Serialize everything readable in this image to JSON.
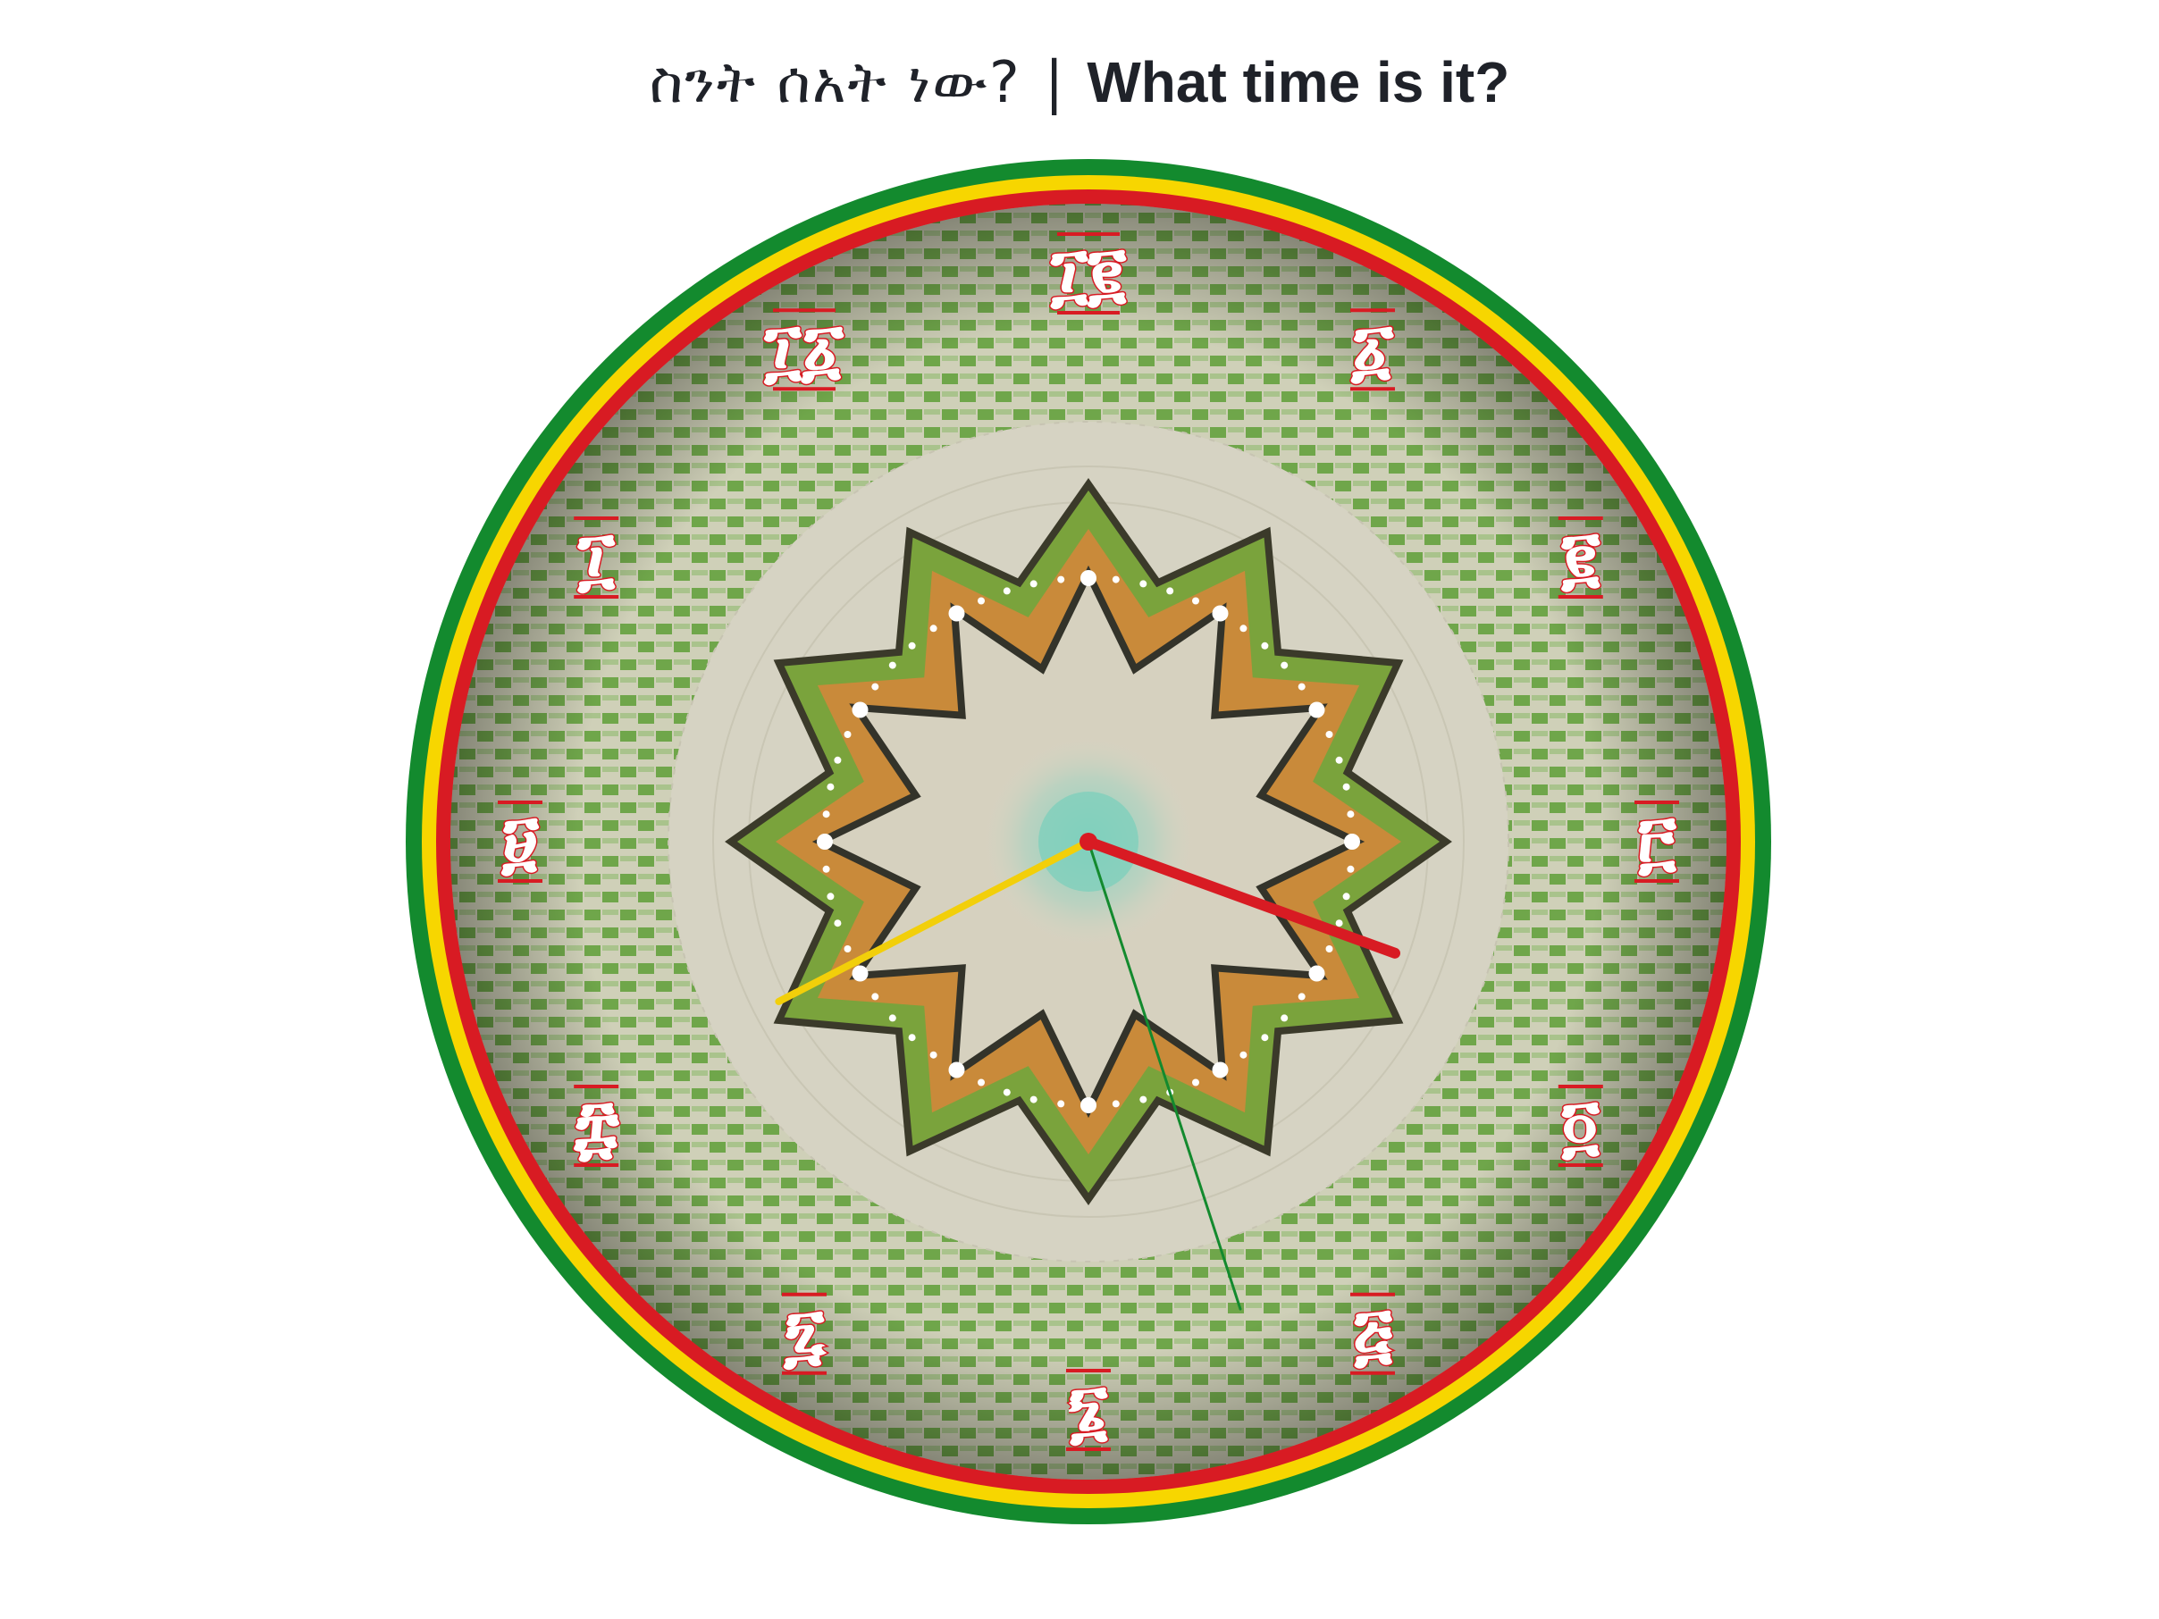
{
  "title": {
    "amharic": "ስንት ሰአት ነው?",
    "separator": "|",
    "english": "What time is it?"
  },
  "clock": {
    "numerals": [
      "፲፪",
      "፩",
      "፪",
      "፫",
      "፬",
      "፭",
      "፮",
      "፯",
      "፰",
      "፱",
      "፲",
      "፲፩"
    ],
    "time": {
      "hours": 3,
      "minutes": 40,
      "seconds": 27
    },
    "colors": {
      "outer_ring": "#138a2e",
      "middle_ring": "#f7d600",
      "inner_ring": "#d81b23",
      "hour_hand": "#d81b23",
      "minute_hand": "#f2cf0a",
      "second_hand": "#138a2e",
      "center_dot": "#d81b23",
      "basket_green": "#5a9a3c",
      "basket_cream": "#d9d2c0",
      "numeral_outline": "#d81b23",
      "dots": "#ffffff"
    },
    "face_style": "woven basket pattern"
  }
}
